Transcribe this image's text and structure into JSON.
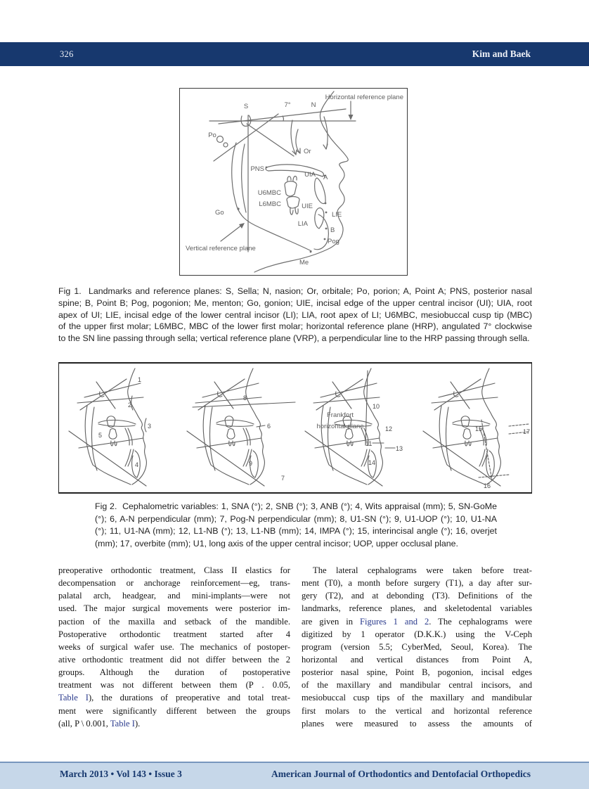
{
  "header": {
    "page_number": "326",
    "running_title": "Kim and Baek"
  },
  "figure1": {
    "labels": {
      "s": "S",
      "deg7": "7°",
      "n": "N",
      "hrp": "Horizontal reference plane",
      "po": "Po",
      "or": "Or",
      "pns": "PNS",
      "uia": "UIA",
      "a": "A",
      "u6mbc": "U6MBC",
      "l6mbc": "L6MBC",
      "uie": "UIE",
      "lie": "LIE",
      "lia": "LIA",
      "b": "B",
      "pog": "Pog",
      "go": "Go",
      "me": "Me",
      "vrp": "Vertical reference plane"
    },
    "caption_lines": [
      "Fig 1.  Landmarks and reference planes: S, Sella; N, nasion; Or, orbitale; Po, porion; A, Point A; PNS, posterior nasal",
      "spine; B, Point B; Pog, pogonion; Me, menton; Go, gonion; UIE, incisal edge of the upper central incisor (UI); UIA, root",
      "apex of UI; LIE, incisal edge of the lower central incisor (LI); LIA, root apex of LI; U6MBC, mesiobuccal cusp tip (MBC)",
      "of the upper first molar; L6MBC, MBC of the lower first molar; horizontal reference plane (HRP), angulated 7° clockwise",
      "to the SN line passing through sella; vertical reference plane (VRP), a perpendicular line to the HRP passing through sella."
    ]
  },
  "figure2": {
    "labels": {
      "v1": "1",
      "v2": "2",
      "v3": "3",
      "v4": "4",
      "v5": "5",
      "v6": "6",
      "v7": "7",
      "v8": "8",
      "v9": "9",
      "v10": "10",
      "v11": "11",
      "v12": "12",
      "v13": "13",
      "v14": "14",
      "v15": "15",
      "v16": "16",
      "v17": "17",
      "frankfort1": "Frankfort",
      "frankfort2": "horizontal plane"
    },
    "caption_lines": [
      "Fig 2.  Cephalometric variables: 1, SNA (°); 2, SNB (°); 3, ANB (°); 4, Wits appraisal (mm); 5, SN-GoMe",
      "(°); 6, A-N perpendicular (mm); 7, Pog-N perpendicular (mm); 8, U1-SN (°); 9, U1-UOP (°); 10, U1-NA",
      "(°); 11, U1-NA (mm); 12, L1-NB (°); 13, L1-NB (mm); 14, IMPA (°); 15, interincisal angle (°); 16, overjet",
      "(mm); 17, overbite (mm); U1, long axis of the upper central incisor; UOP, upper occlusal plane."
    ]
  },
  "body": {
    "left_column": {
      "lines": [
        {
          "t": "preoperative orthodontic treatment, Class II elastics for"
        },
        {
          "t": "decompensation or anchorage reinforcement—eg, trans-"
        },
        {
          "t": "palatal arch, headgear, and mini-implants—were not"
        },
        {
          "t": "used. The major surgical movements were posterior im-"
        },
        {
          "t": "paction of the maxilla and setback of the mandible."
        },
        {
          "t": "Postoperative orthodontic treatment started after 4"
        },
        {
          "t": "weeks of surgical wafer use. The mechanics of postoper-"
        },
        {
          "t": "ative orthodontic treatment did not differ between the 2"
        },
        {
          "t": "groups. Although the duration of postoperative"
        },
        {
          "t": "treatment was not different between them (P . 0.05,"
        },
        {
          "segs": [
            {
              "t": "Table I"
            },
            {
              "t": "), the durations of preoperative and total treat-"
            }
          ]
        },
        {
          "t": "ment were significantly different between the groups"
        },
        {
          "segs": [
            {
              "t": "(all, P \\ 0.001, "
            },
            {
              "t": "Table I"
            },
            {
              "t": ")."
            }
          ]
        }
      ]
    },
    "right_column": {
      "lines": [
        {
          "t": "The lateral cephalograms were taken before treat-"
        },
        {
          "t": "ment (T0), a month before surgery (T1), a day after sur-"
        },
        {
          "t": "gery (T2), and at debonding (T3). Definitions of the"
        },
        {
          "t": "landmarks, reference planes, and skeletodental variables"
        },
        {
          "segs": [
            {
              "t": "are given in "
            },
            {
              "t": "Figures 1 and 2"
            },
            {
              "t": ". The cephalograms were"
            }
          ]
        },
        {
          "t": "digitized by 1 operator (D.K.K.) using the V-Ceph"
        },
        {
          "t": "program (version 5.5; CyberMed, Seoul, Korea). The"
        },
        {
          "t": "horizontal and vertical distances from Point A,"
        },
        {
          "t": "posterior nasal spine, Point B, pogonion, incisal edges"
        },
        {
          "t": "of the maxillary and mandibular central incisors, and"
        },
        {
          "t": "mesiobuccal cusp tips of the maxillary and mandibular"
        },
        {
          "t": "first molars to the vertical and horizontal reference"
        },
        {
          "t": "planes were measured to assess the amounts of"
        }
      ]
    }
  },
  "footer": {
    "issue_info": "March 2013 • Vol 143 • Issue 3",
    "journal_name": "American Journal of Orthodontics and Dentofacial Orthopedics"
  },
  "colors": {
    "navy": "#17386e",
    "footer_bg": "#c6d7e9",
    "link": "#2a3a8c"
  }
}
